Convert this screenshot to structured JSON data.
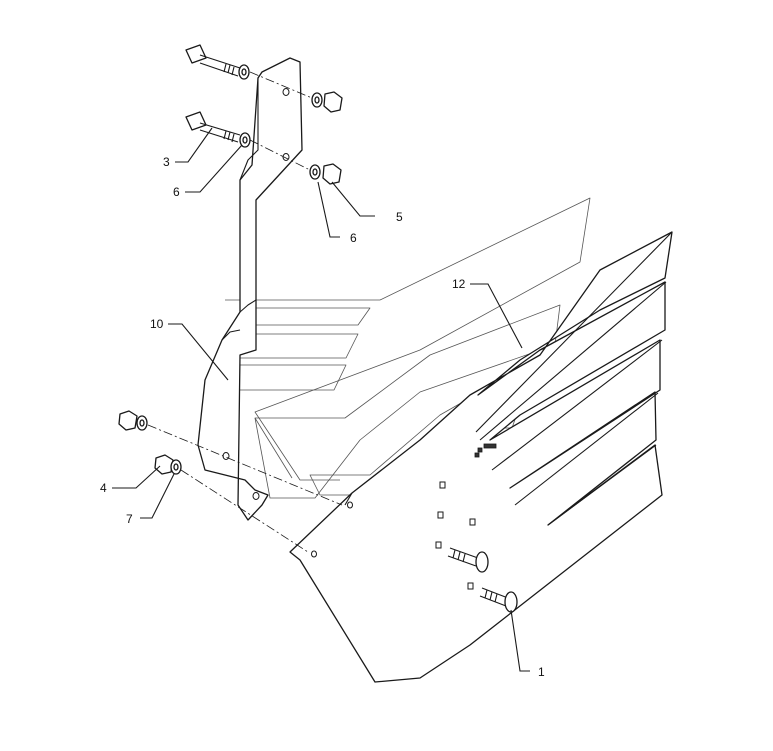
{
  "diagram": {
    "callouts": [
      {
        "id": "c1",
        "label": "1"
      },
      {
        "id": "c3",
        "label": "3"
      },
      {
        "id": "c4",
        "label": "4"
      },
      {
        "id": "c5",
        "label": "5"
      },
      {
        "id": "c6a",
        "label": "6"
      },
      {
        "id": "c6b",
        "label": "6"
      },
      {
        "id": "c7",
        "label": "7"
      },
      {
        "id": "c10",
        "label": "10"
      },
      {
        "id": "c12",
        "label": "12"
      }
    ],
    "colors": {
      "line": "#1a1a1a",
      "background": "#ffffff"
    }
  }
}
